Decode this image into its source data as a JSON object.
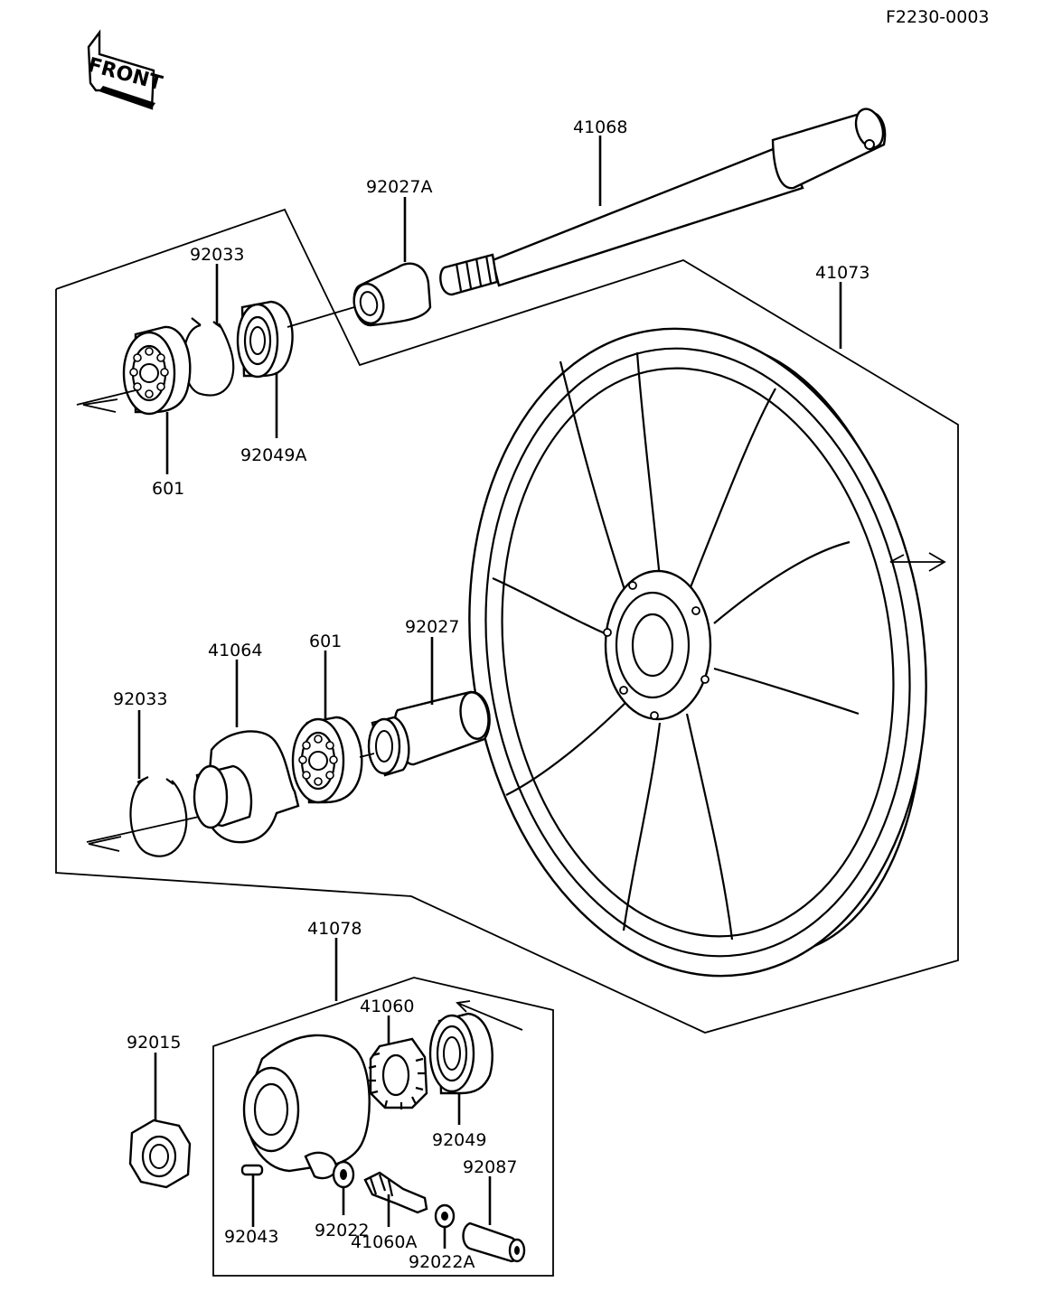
{
  "figure_code": "F2230-0003",
  "front_badge": "FRONT",
  "parts": [
    {
      "id": "p41068",
      "label": "41068"
    },
    {
      "id": "p92027A",
      "label": "92027A"
    },
    {
      "id": "p41073",
      "label": "41073"
    },
    {
      "id": "p92033_top",
      "label": "92033"
    },
    {
      "id": "p92049A",
      "label": "92049A"
    },
    {
      "id": "p601_top",
      "label": "601"
    },
    {
      "id": "p41064",
      "label": "41064"
    },
    {
      "id": "p601_mid",
      "label": "601"
    },
    {
      "id": "p92027",
      "label": "92027"
    },
    {
      "id": "p92033_mid",
      "label": "92033"
    },
    {
      "id": "p41078",
      "label": "41078"
    },
    {
      "id": "p41060",
      "label": "41060"
    },
    {
      "id": "p92015",
      "label": "92015"
    },
    {
      "id": "p92049",
      "label": "92049"
    },
    {
      "id": "p92087",
      "label": "92087"
    },
    {
      "id": "p92022",
      "label": "92022"
    },
    {
      "id": "p92043",
      "label": "92043"
    },
    {
      "id": "p41060A",
      "label": "41060A"
    },
    {
      "id": "p92022A",
      "label": "92022A"
    }
  ]
}
